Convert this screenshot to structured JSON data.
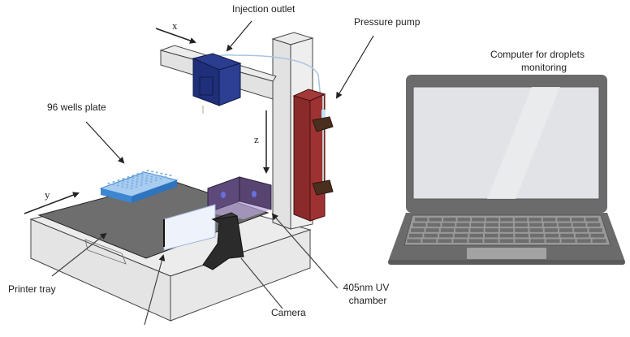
{
  "title": "Droplet printing setup",
  "labels": {
    "injection_outlet": "Injection outlet",
    "pressure_pump": "Pressure pump",
    "computer_line1": "Computer for droplets",
    "computer_line2": "monitoring",
    "wells_plate": "96 wells plate",
    "printer_tray": "Printer tray",
    "camera": "Camera",
    "uv_line1": "405nm UV",
    "uv_line2": "chamber"
  },
  "axes": {
    "x": "x",
    "y": "y",
    "z": "z"
  },
  "colors": {
    "frame": "#e6e6e6",
    "injection_head": "#1f2f7a",
    "pump": "#8b2a2a",
    "pump_clamp": "#4a2e1e",
    "uv_chamber": "#5e4a7a",
    "tray": "#6e6e6e",
    "wells_plate_top": "#a9cdf0",
    "wells_plate_side": "#3d86d1",
    "camera": "#2b2b2b",
    "laptop_body": "#6b6b6b",
    "laptop_screen": "#e2e3e6"
  }
}
